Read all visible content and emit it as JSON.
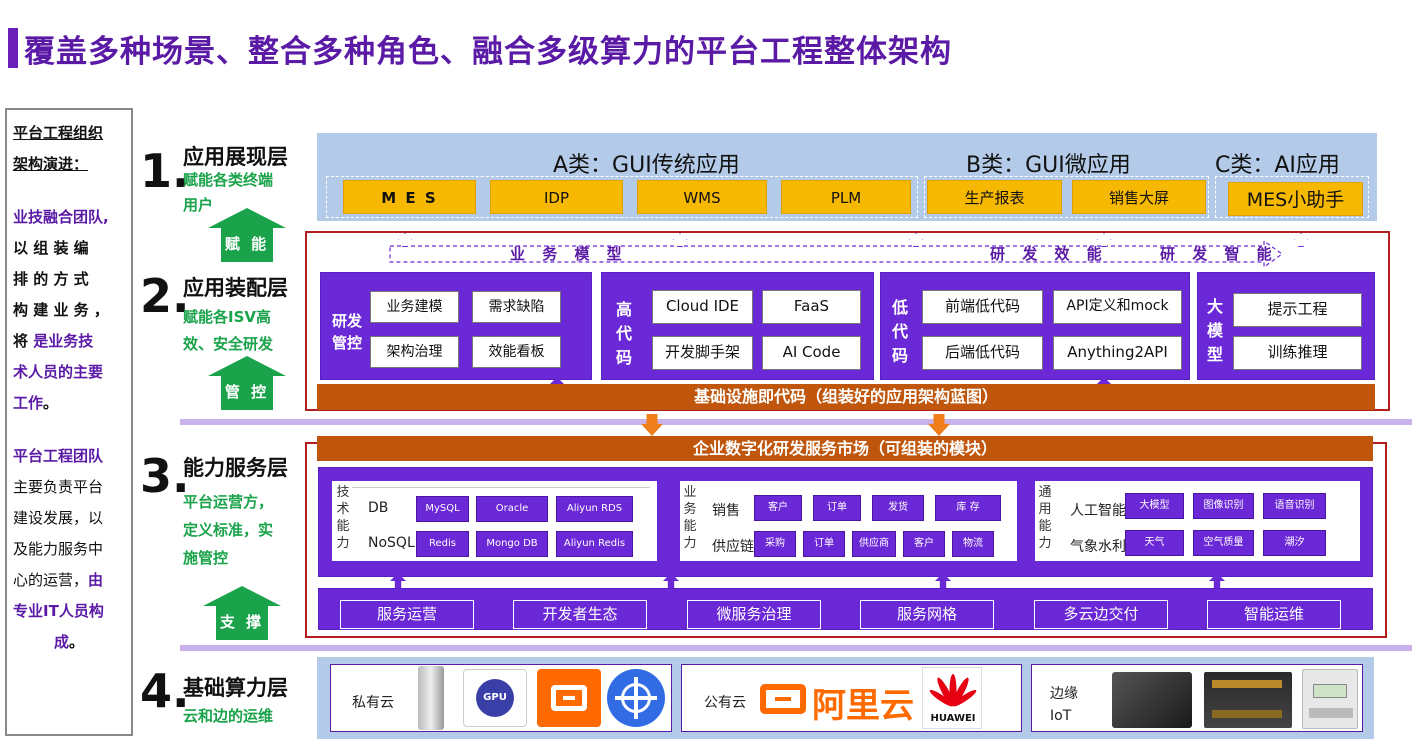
{
  "title": "覆盖多种场景、整合多种角色、融合多级算力的平台工程整体架构",
  "left_panel": {
    "heading_line1": "平台工程组织",
    "heading_line2": "架构演进：",
    "p1_line1": "业技融合团队,",
    "p1_line2": "以 组 装 编",
    "p1_line3": "排 的 方 式",
    "p1_line4": "构 建 业 务 ，",
    "p1_line5_a": "将 ",
    "p1_line5_b": "是业务技",
    "p1_line6": "术人员的主要",
    "p1_line7": "工作",
    "p1_line7_end": "。",
    "p2_line1": "平台工程团队",
    "p2_line2": "主要负责平台",
    "p2_line3": "建设发展，以",
    "p2_line4": "及能力服务中",
    "p2_line5_a": "心的运营，",
    "p2_line5_b": "由",
    "p2_line6": "专业IT人员构",
    "p2_line7": "成",
    "p2_line7_end": "。"
  },
  "layers": {
    "l1": {
      "num": "1.",
      "title": "应用展现层",
      "sub1": "赋能各类终端",
      "sub2": "用户",
      "arrow": "赋 能"
    },
    "l2": {
      "num": "2.",
      "title": "应用装配层",
      "sub1": "赋能各ISV高",
      "sub2": "效、安全研发",
      "arrow": "管 控"
    },
    "l3": {
      "num": "3.",
      "title": "能力服务层",
      "sub1": "平台运营方，",
      "sub2": "定义标准，实",
      "sub3": "施管控",
      "arrow": "支 撑"
    },
    "l4": {
      "num": "4.",
      "title": "基础算力层",
      "sub1": "云和边的运维"
    }
  },
  "app_layer": {
    "a_head": "A类：GUI传统应用",
    "b_head": "B类：GUI微应用",
    "c_head": "C类：AI应用",
    "apps": [
      "M E S",
      "IDP",
      "WMS",
      "PLM",
      "生产报表",
      "销售大屏",
      "MES小助手"
    ]
  },
  "assembly_layer": {
    "flow1": "业 务 模 型",
    "flow2": "研 发 效 能",
    "flow3": "研 发 智 能",
    "g1": {
      "label": "研发管控",
      "items": [
        "业务建模",
        "需求缺陷",
        "架构治理",
        "效能看板"
      ]
    },
    "g2": {
      "label": "高代码",
      "items": [
        "Cloud IDE",
        "FaaS",
        "开发脚手架",
        "AI Code"
      ]
    },
    "g3": {
      "label": "低代码",
      "items": [
        "前端低代码",
        "API定义和mock",
        "后端低代码",
        "Anything2API"
      ]
    },
    "g4": {
      "label": "大模型",
      "items": [
        "提示工程",
        "训练推理"
      ]
    },
    "iac": "基础设施即代码（组装好的应用架构蓝图）"
  },
  "service_layer": {
    "market": "企业数字化研发服务市场（可组装的模块）",
    "tech": {
      "label": "技术能力",
      "rows": [
        {
          "name": "DB",
          "items": [
            "MySQL",
            "Oracle",
            "Aliyun RDS"
          ]
        },
        {
          "name": "NoSQL",
          "items": [
            "Redis",
            "Mongo DB",
            "Aliyun Redis"
          ]
        }
      ]
    },
    "biz": {
      "label": "业务能力",
      "rows": [
        {
          "name": "销售",
          "items": [
            "客户",
            "订单",
            "发货",
            "库 存"
          ]
        },
        {
          "name": "供应链",
          "items": [
            "采购",
            "订单",
            "供应商",
            "客户",
            "物流"
          ]
        }
      ]
    },
    "common": {
      "label": "通用能力",
      "rows": [
        {
          "name": "人工智能",
          "items": [
            "大模型",
            "图像识别",
            "语音识别"
          ]
        },
        {
          "name": "气象水利",
          "items": [
            "天气",
            "空气质量",
            "潮汐"
          ]
        }
      ]
    },
    "services": [
      "服务运营",
      "开发者生态",
      "微服务治理",
      "服务网格",
      "多云边交付",
      "智能运维"
    ]
  },
  "compute_layer": {
    "private": "私有云",
    "public": "公有云",
    "edge1": "边缘",
    "edge2": "IoT",
    "aliyun": "阿里云",
    "huawei": "HUAWEI",
    "gpu": "GPU"
  }
}
